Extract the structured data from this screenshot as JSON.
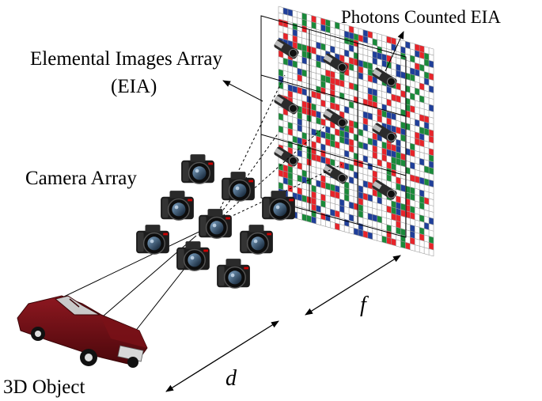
{
  "labels": {
    "eia_line1": "Elemental Images Array",
    "eia_line2": "(EIA)",
    "photons": "Photons Counted EIA",
    "camera_array": "Camera Array",
    "object": "3D Object",
    "focal": "f",
    "distance": "d"
  },
  "colors": {
    "red": "#e8242a",
    "green": "#1a8a3a",
    "blue": "#1f3f9a",
    "grid": "#9c9c9c",
    "car": "#6e0f14",
    "camera": "#1c1c1c"
  },
  "icons": {
    "camera": "camera-icon",
    "car": "car-icon"
  }
}
